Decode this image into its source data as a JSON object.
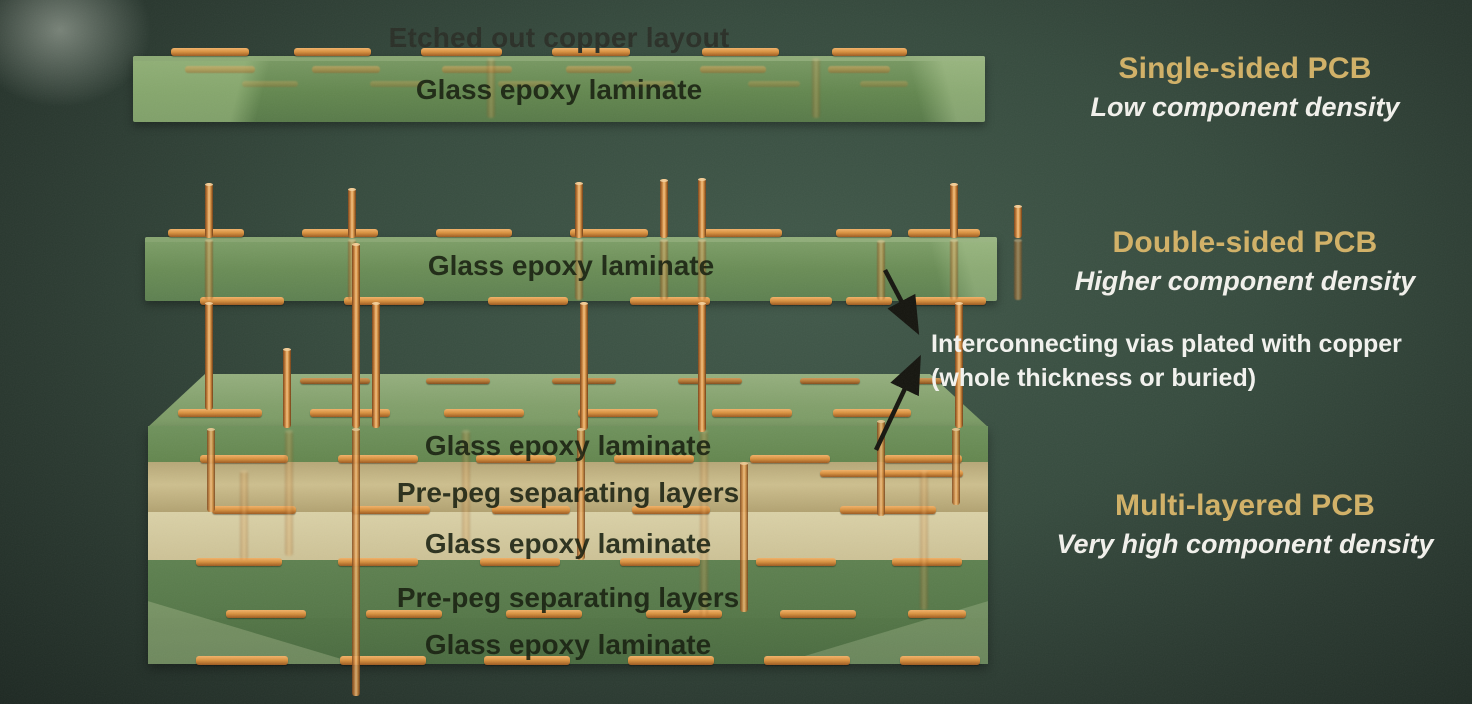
{
  "colors": {
    "background": "#364b3e",
    "accent_gold": "#d2b166",
    "copper": "#d8913f",
    "board_green": "#5d8050",
    "prepreg_tan": "#cdbf8e",
    "label_dark": "#1c2413",
    "note_white": "#f3f3ef",
    "arrow_black": "#15150f"
  },
  "single": {
    "etched_label": "Etched out copper layout",
    "board_label": "Glass epoxy laminate",
    "heading": "Single-sided PCB",
    "subheading": "Low component density"
  },
  "double": {
    "board_label": "Glass epoxy laminate",
    "heading": "Double-sided PCB",
    "subheading": "Higher component density"
  },
  "vias_note": {
    "line1": "Interconnecting vias plated with copper",
    "line2": "(whole thickness or buried)"
  },
  "multi": {
    "heading": "Multi-layered PCB",
    "subheading": "Very high component density",
    "layers": [
      "Glass epoxy laminate",
      "Pre-peg separating layers",
      "Glass epoxy laminate",
      "Pre-peg separating layers",
      "Glass epoxy laminate"
    ]
  }
}
